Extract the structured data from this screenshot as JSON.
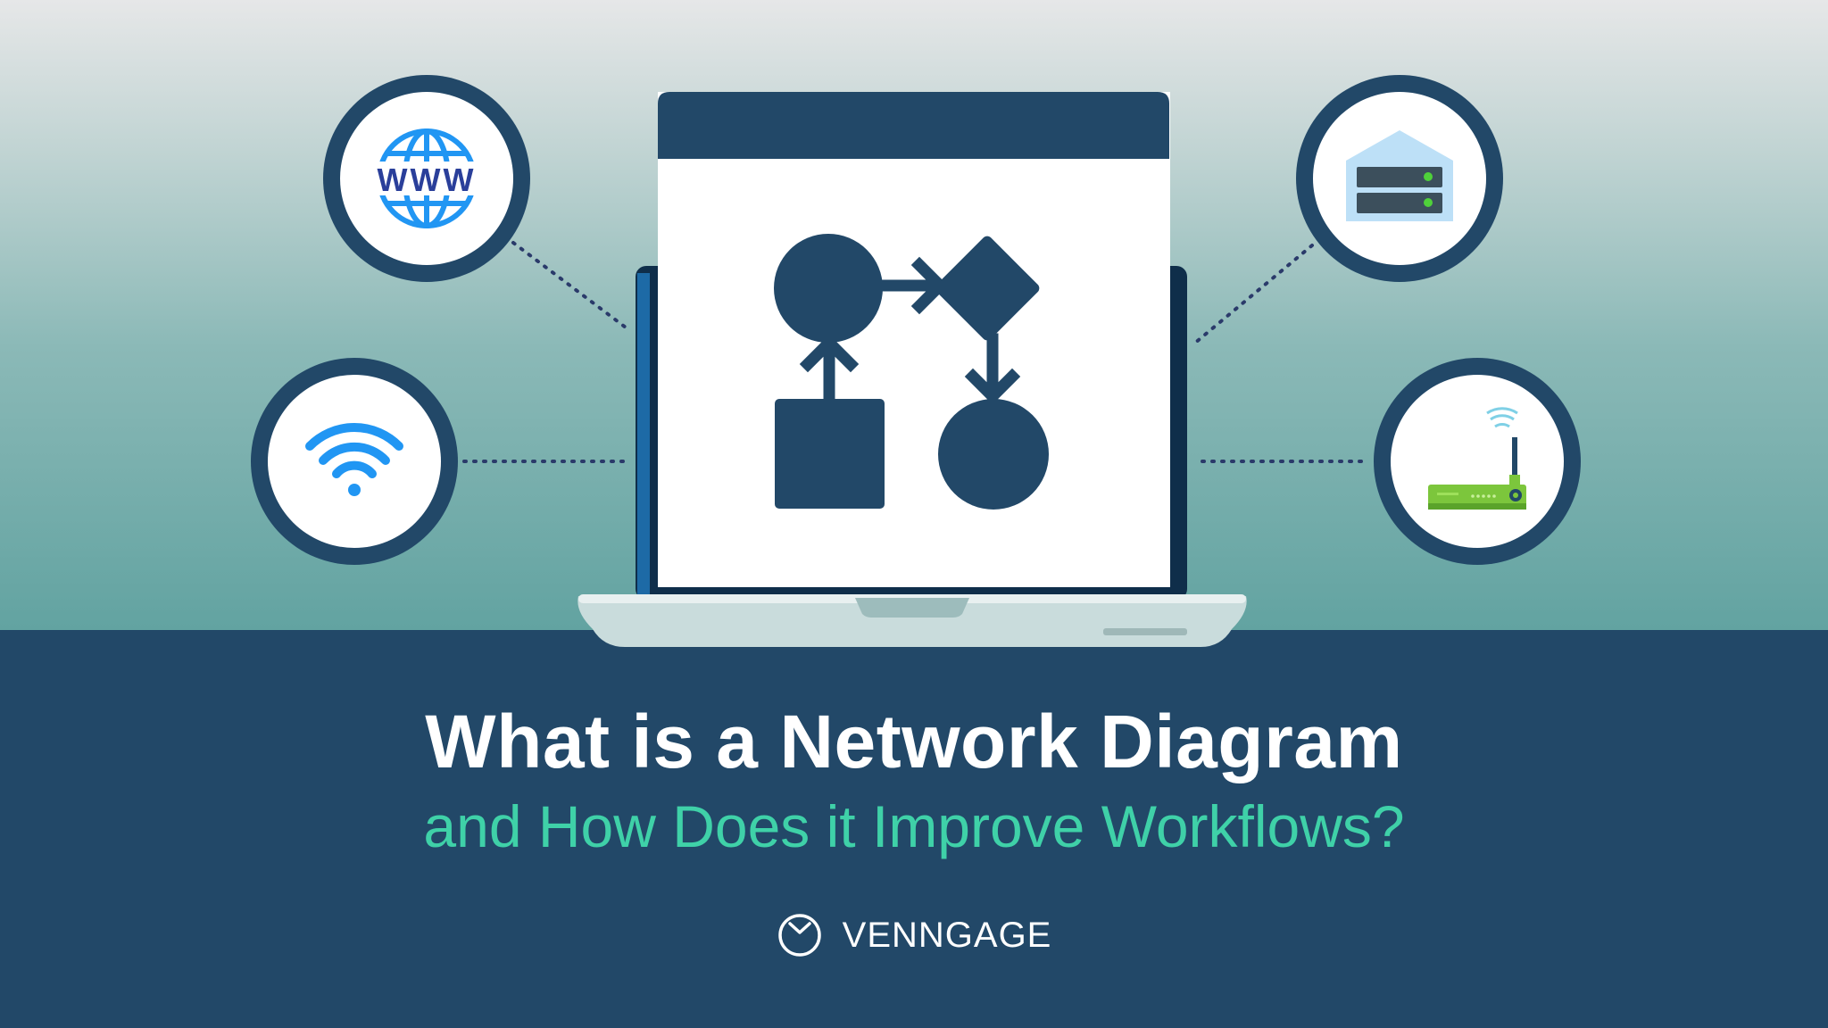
{
  "headline": "What is a Network Diagram",
  "subheadline": "and How Does it Improve Workflows?",
  "brand": {
    "name": "VENNGAGE",
    "icon": "venngage-logo-icon"
  },
  "badges": {
    "www": {
      "icon": "www-globe-icon",
      "text": "WWW"
    },
    "wifi": {
      "icon": "wifi-icon"
    },
    "server": {
      "icon": "server-icon"
    },
    "router": {
      "icon": "router-icon"
    }
  },
  "colors": {
    "navy": "#224868",
    "accent": "#3fd1a8",
    "blue": "#2196f3",
    "green": "#7cc63c",
    "white": "#ffffff"
  }
}
